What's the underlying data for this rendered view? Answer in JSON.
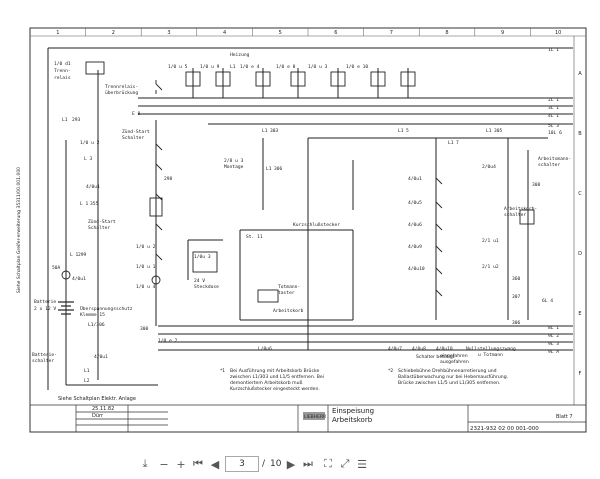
{
  "columns": [
    "1",
    "2",
    "3",
    "4",
    "5",
    "6",
    "7",
    "8",
    "9",
    "10"
  ],
  "rows": [
    "A",
    "B",
    "C",
    "D",
    "E",
    "F"
  ],
  "lines_right": [
    "1L 1",
    "2L 1",
    "3L 1",
    "4L 1",
    "5L 3",
    "10L 6"
  ],
  "lines_right_bottom": [
    "8L 1",
    "9L 2",
    "9L 3",
    "9L A"
  ],
  "left_components": [
    "1/0 d1",
    "Trenn-",
    "relais",
    "Trennrelais-",
    "überbrückung",
    "L1",
    "293",
    "1/0 u 2",
    "L 3",
    "4/0u1",
    "L 1",
    "355",
    "Zünd-Start",
    "Schalter",
    "L1",
    "L 1",
    "299",
    "50A",
    "4/0u1",
    "Batterie",
    "2 x 12 V",
    "Überspannungsschutz",
    "Klemme 15",
    "L1/306",
    "Batterie-",
    "schalter",
    "4/0u1",
    "L1",
    "L2",
    "300"
  ],
  "mid_components": [
    "1/0 u 5",
    "1/0 u 9",
    "Heizung",
    "L1",
    "1/0 e 4",
    "1/0 e 8",
    "1/0 u 3",
    "1/0 e 10",
    "E 8",
    "Zünd-Start",
    "Schalter",
    "298",
    "1/0 u 2",
    "1/0 u 1",
    "1/0 u 4",
    "1/0u 3",
    "24 V",
    "Steckdose",
    "1/0 e 2"
  ],
  "right_components": [
    "L1",
    "303",
    "L1",
    "5",
    "L1",
    "7",
    "L1",
    "305",
    "2/8 u 3",
    "Montage",
    "L1",
    "306",
    "Kurzschlußstecker",
    "St. 11",
    "Totmann-",
    "taster",
    "Arbeitskorb",
    "4/0u1",
    "4/0u5",
    "4/0u6",
    "4/0u9",
    "4/0u10",
    "2/0u4",
    "2/1 u1",
    "2/1 u2",
    "Arbeitsmann-",
    "schalter",
    "Arbeitskorb-",
    "schalter",
    "308",
    "360",
    "307",
    "306",
    "6L 4",
    "L/0u6",
    "4/0u7",
    "4/0u8",
    "4/0u10",
    "Nullstellungszwang",
    "u Totmann"
  ],
  "notes": {
    "note1_marker": "*1",
    "note1": "Bei Ausführung mit Arbeitskorb Brücke zwischen L1/303 und L1/5 entfernen. Bei demontiertem Arbeitskorb muß Kurzschlußstecker eingesteckt werden.",
    "note2_marker": "*2",
    "note2": "Schiebebühne Drehbühnenarretierung und Ballastüberwachung nur bei Hebemausführung. Brücke zwischen L1/5 und L1/305 entfernen.",
    "legend_1": "Schalter betätigt",
    "legend_2": "eingefahren",
    "legend_3": "ausgefahren"
  },
  "title_block": {
    "title_line1": "Einspeisung",
    "title_line2": "Arbeitskorb",
    "drawing_number": "2321-932 02 00 001-000",
    "sheet_label": "Blatt 7",
    "date": "25.11.82",
    "drawn_by": "Dürr",
    "logo": "LIEBHERR",
    "footnote": "Siehe Schaltplan Elektr. Anlage"
  },
  "left_margin_text": "Siehe Schaltplan Greifer-erweiterung 35311/00.001.000",
  "toolbar": {
    "current_page": "3",
    "separator": "/",
    "total_pages": "10",
    "icons": [
      "download-icon",
      "zoom-out-icon",
      "zoom-in-icon",
      "first-page-icon",
      "prev-page-icon",
      "next-page-icon",
      "last-page-icon",
      "fullscreen-icon",
      "fit-page-icon",
      "menu-icon"
    ]
  }
}
